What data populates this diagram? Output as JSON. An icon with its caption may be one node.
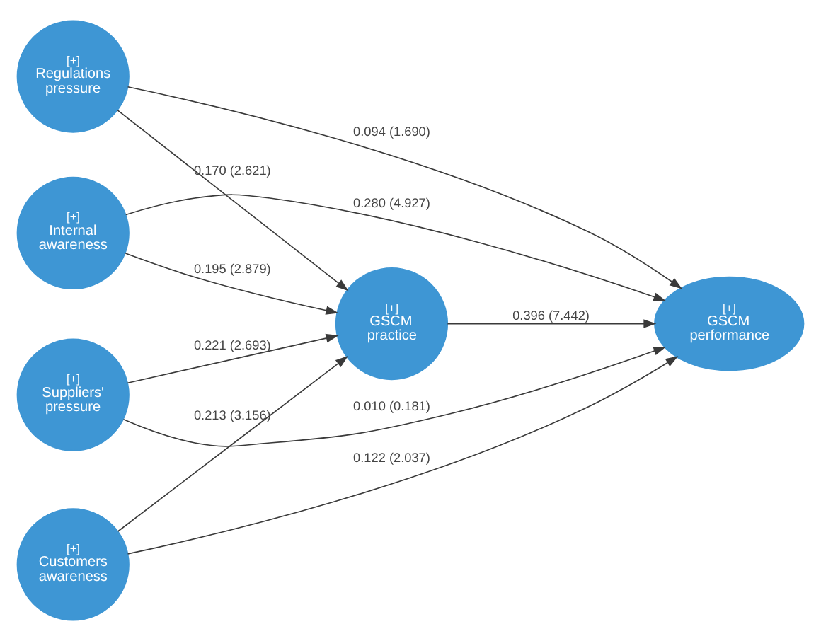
{
  "diagram": {
    "nodes": [
      {
        "text": [
          "[+]",
          "Regulations pressure"
        ]
      },
      {
        "text": [
          "[+]",
          "Internal awareness"
        ]
      },
      {
        "text": [
          "[+]",
          "GSCM practice"
        ]
      },
      {
        "text": [
          "[+]",
          "GSCM performance"
        ]
      },
      {
        "text": [
          "[+]",
          "Suppliers' pressure"
        ]
      },
      {
        "text": [
          "[+]",
          "Customers awareness"
        ]
      }
    ],
    "edges": [
      {
        "from": 0,
        "to": 2,
        "arrow": "to",
        "label": "0.170 (2.621)"
      },
      {
        "from": 0,
        "to": 3,
        "arrow": "to",
        "label": "0.094 (1.690)"
      },
      {
        "from": 1,
        "to": 2,
        "arrow": "to",
        "label": "0.195 (2.879)"
      },
      {
        "from": 1,
        "to": 3,
        "arrow": "to",
        "label": "0.280 (4.927)"
      },
      {
        "from": 2,
        "to": 3,
        "arrow": "to",
        "label": "0.396 (7.442)"
      },
      {
        "from": 4,
        "to": 2,
        "arrow": "to",
        "label": "0.221 (2.693)"
      },
      {
        "from": 4,
        "to": 3,
        "arrow": "to",
        "label": "0.010 (0.181)"
      },
      {
        "from": 5,
        "to": 2,
        "arrow": "to",
        "label": "0.213 (3.156)"
      },
      {
        "from": 5,
        "to": 3,
        "arrow": "to",
        "label": "0.122 (2.037)"
      }
    ]
  }
}
